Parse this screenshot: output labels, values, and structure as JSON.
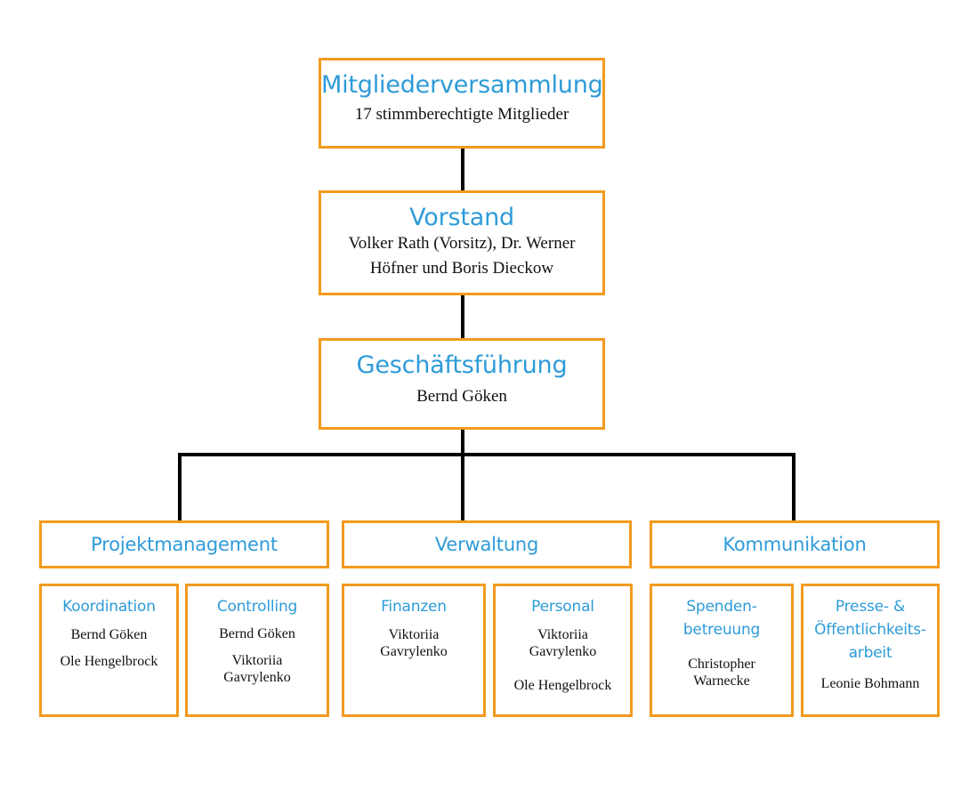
{
  "colors": {
    "border": "#f39a1e",
    "title": "#2e9bd8",
    "connector": "#000000",
    "text": "#111111"
  },
  "mitgliederversammlung": {
    "title": "Mitgliederversammlung",
    "text": "17 stimmberechtigte Mitglieder"
  },
  "vorstand": {
    "title": "Vorstand",
    "line1": "Volker Rath (Vorsitz), Dr. Werner",
    "line2": "Höfner und Boris Dieckow"
  },
  "geschaeftsfuehrung": {
    "title": "Geschäftsführung",
    "text": "Bernd Göken"
  },
  "departments": {
    "projektmanagement": "Projektmanagement",
    "verwaltung": "Verwaltung",
    "kommunikation": "Kommunikation"
  },
  "units": {
    "koordination": {
      "title": "Koordination",
      "p1": "Bernd Göken",
      "p2": "Ole Hengelbrock"
    },
    "controlling": {
      "title": "Controlling",
      "p1": "Bernd Göken",
      "p2a": "Viktoriia",
      "p2b": "Gavrylenko"
    },
    "finanzen": {
      "title": "Finanzen",
      "p1a": "Viktoriia",
      "p1b": "Gavrylenko"
    },
    "personal": {
      "title": "Personal",
      "p1a": "Viktoriia",
      "p1b": "Gavrylenko",
      "p2": "Ole Hengelbrock"
    },
    "spenden": {
      "t1": "Spenden-",
      "t2": "betreuung",
      "p1a": "Christopher",
      "p1b": "Warnecke"
    },
    "presse": {
      "t1": "Presse- &",
      "t2": "Öffentlichkeits-",
      "t3": "arbeit",
      "p1": "Leonie Bohmann"
    }
  }
}
